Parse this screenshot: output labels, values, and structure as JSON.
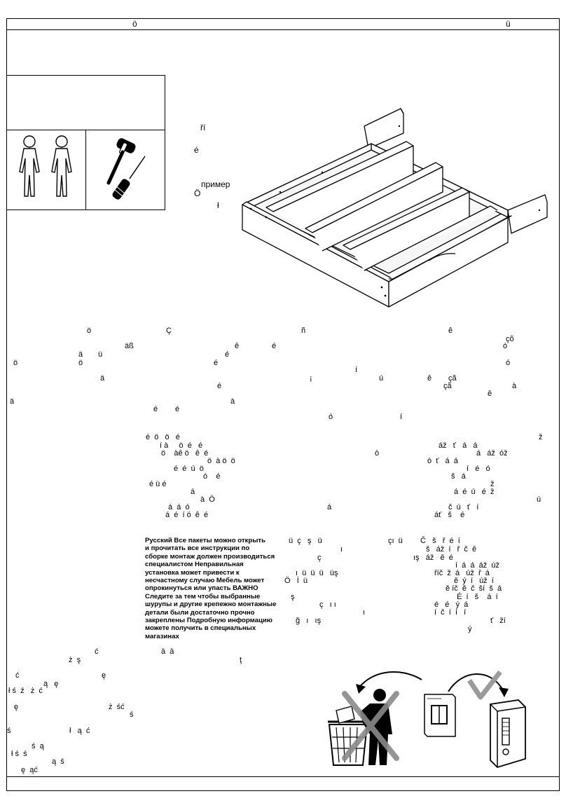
{
  "header": {
    "left_char": "ö",
    "right_char": "ü"
  },
  "top_labels": {
    "line1": "ří",
    "line2": "é",
    "line3": "пример",
    "line4": "Ö",
    "line5": "ł"
  },
  "icons": {
    "people": "two-persons-icon",
    "tools": "hammer-screwdriver-icon",
    "waste": "no-litter-icon",
    "archive": "file-to-binder-icon"
  },
  "russian_note": "Русский  Все пакеты можно открыть\nи прочитать все инструкции по\nсборке  монтаж должен производиться\nспециалистом  Неправильная\nустановка может привести к\nнесчастному случаю  Мебель может\nопрокинуться или упасть ВАЖНО\nСледите за тем  чтобы выбранные\nшурупы и другие крепежно монтажные\nдетали были достаточно  прочно\nзакреплены  Подробную информацию\nможете получить в специальных\nмагазинах",
  "scattered": {
    "s1": "ö",
    "s2": "Ç",
    "s3": "ñ",
    "s4": "ê",
    "s5": "çõ",
    "s6": "äß",
    "s7": "ê",
    "s8": "é",
    "s9": "ó",
    "s10": "ä",
    "s11": "ü",
    "s12": "é",
    "s13": "ö",
    "s14": "ö",
    "s15": "é",
    "s16": "ó",
    "s17": "í",
    "s18": "ä",
    "s19": "¡",
    "s20": "ú",
    "s21": "ê",
    "s22": "çã",
    "s23": "é",
    "s24": "çã",
    "s25": "à",
    "s26": "ê",
    "s27": "ä",
    "s28": "à",
    "s29": "é",
    "s30": "é",
    "s31": "ó",
    "s32": "í",
    "g1": "é  ö   ö   é",
    "g2": "í à     ö  é   é",
    "g3": "ö    àê ö   ê  é",
    "g4": "ö  à ö  ö",
    "g5": "é  é  ú  ö",
    "g6": "ó    é",
    "g7": "é ü é",
    "g8": "á",
    "g9": "à  Ö",
    "g10": "á  á  ó",
    "g11": "á  é  í ó  ê  é",
    "m1": "ò",
    "m2": "á",
    "m3": "á",
    "r1": "ž",
    "r2": "áž   ť   á   á",
    "r3": "á   áž  óž",
    "r4": "ó  ť   á  á",
    "r5": "í   é   ó",
    "r6": "š   á",
    "r7": "ž",
    "r8": "á  é  ú   é  ž",
    "r9": "ú",
    "r10": "č  ú   ť   í",
    "r11": "áť   š    é",
    "c1": "ü  ç   ş   ü",
    "c2": "çı  ü",
    "c3": "ı",
    "c4": "ç",
    "c5": "ı  ü  ü  ü   üş",
    "c6": "Ö   İ  ü",
    "c7": "ş",
    "c8": "ç   ı ı",
    "c9": "ğ   ı   ış",
    "c10": "ı",
    "k1": "Č   š   ř  é  í",
    "k2": "š   áž  í   ř  č  ê",
    "k3": "ış   áž   ě  é",
    "k4": "í  á  á  áž  úž",
    "k5": "říč  ž  á   úž  ř  á",
    "k6": "ě  ý  í   úž  í",
    "k7": "ě íč  ě  č  ší  š  á",
    "k8": "É  í   š    á  í",
    "k9": "é   é   ý  á",
    "k10": "í  č  í  í   í",
    "k11": "ť   ží",
    "k12": "ý",
    "p1": "ć",
    "p2": "ā  ā",
    "p3": "ż  ş",
    "p4": "ţ",
    "p5": "ć",
    "p6": "ą   ę",
    "p7": "ę",
    "p8": "ł ś  ź   ż  ć",
    "p9": "ę",
    "p10": "ż  ść",
    "p11": "ś",
    "p12": "ś",
    "p13": "ł   ą  ć",
    "p14": "ś  ą",
    "p15": "ł ś  ś",
    "p16": "ą  ś",
    "p17": "ę  ąć"
  },
  "colors": {
    "line": "#000000",
    "cross": "#8a8a8a"
  }
}
